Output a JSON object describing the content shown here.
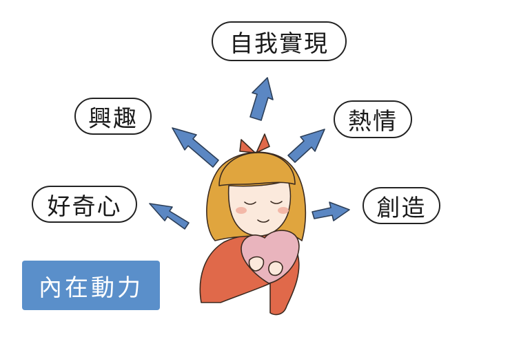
{
  "goals": {
    "self_actualization": "自我實現",
    "interest": "興趣",
    "passion": "熱情",
    "curiosity": "好奇心",
    "creation": "創造"
  },
  "label": "內在動力",
  "colors": {
    "arrow": "#5b87c3",
    "label_bg": "#5a8fca",
    "hair": "#e0a53e",
    "sweater": "#e0694a",
    "heart": "#e9b4bd",
    "skin": "#fbe9dc",
    "bow": "#e0694a"
  }
}
